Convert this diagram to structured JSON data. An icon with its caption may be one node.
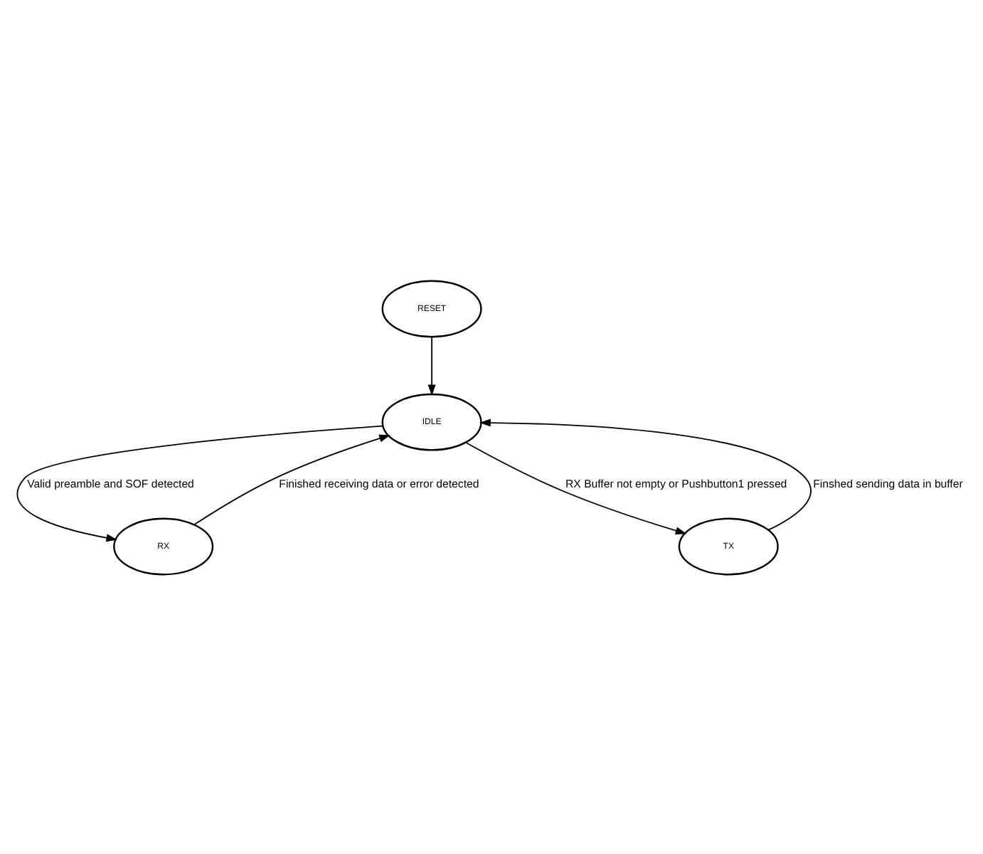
{
  "diagram": {
    "nodes": [
      {
        "text": [
          "RESET"
        ]
      },
      {
        "text": [
          "IDLE"
        ]
      },
      {
        "text": [
          "RX"
        ]
      },
      {
        "text": [
          "TX"
        ]
      }
    ],
    "edges": [
      {
        "from": 0,
        "to": 1,
        "arrow": "to"
      },
      {
        "from": 1,
        "to": 3,
        "arrow": "to",
        "label": "RX Buffer not empty or Pushbutton1 pressed"
      },
      {
        "from": 1,
        "to": 2,
        "arrow": "to",
        "label": "Valid preamble and SOF detected"
      },
      {
        "from": 2,
        "to": 1,
        "arrow": "to",
        "label": "Finished receiving data or error detected"
      },
      {
        "from": 3,
        "to": 1,
        "arrow": "to",
        "label": "Finshed sending data in buffer"
      }
    ]
  }
}
